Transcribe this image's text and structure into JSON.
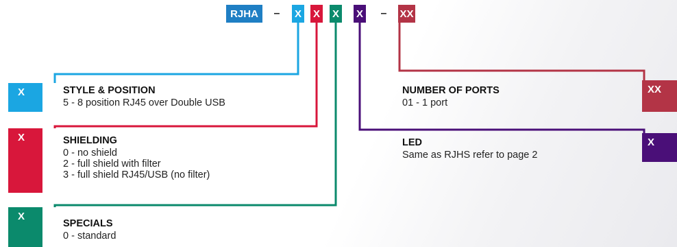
{
  "code": {
    "prefix": "RJHA",
    "dash1": "–",
    "x1": "X",
    "x2": "X",
    "x3": "X",
    "x4": "X",
    "dash2": "–",
    "xx": "XX"
  },
  "colors": {
    "prefix": "#1f7fc4",
    "style": "#1ba6e2",
    "shielding": "#d8173b",
    "specials": "#0b8a6c",
    "led": "#4a0f78",
    "ports": "#b33446"
  },
  "sections": {
    "style": {
      "tab": "X",
      "title": "STYLE & POSITION",
      "lines": [
        "5 - 8 position RJ45 over Double USB"
      ]
    },
    "shielding": {
      "tab": "X",
      "title": "SHIELDING",
      "lines": [
        "0 - no shield",
        "2 - full shield with filter",
        "3 - full shield RJ45/USB (no filter)"
      ]
    },
    "specials": {
      "tab": "X",
      "title": "SPECIALS",
      "lines": [
        "0 - standard"
      ]
    },
    "ports": {
      "tab": "XX",
      "title": "NUMBER OF PORTS",
      "lines": [
        "01 - 1 port"
      ]
    },
    "led": {
      "tab": "X",
      "title": "LED",
      "lines": [
        "Same as RJHS refer to page 2"
      ]
    }
  }
}
